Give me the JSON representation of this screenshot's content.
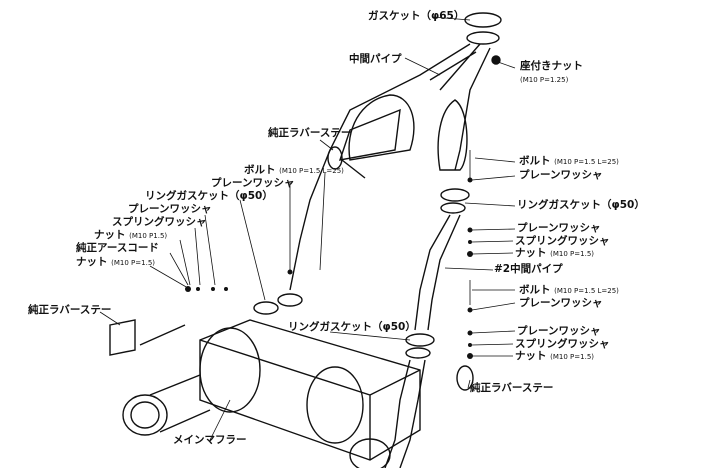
{
  "labels": {
    "gasket65": "ガスケット（φ65）",
    "seat_nut": "座付きナット",
    "seat_nut_spec": "(M10 P=1.25)",
    "mid_pipe": "中間パイプ",
    "rubber_stay_top": "純正ラバーステー",
    "bolt_l": "ボルト",
    "bolt_l_spec": "(M10 P=1.5 L=25)",
    "plain_washer_l1": "プレーンワッシャ",
    "ring_gasket_l1": "リングガスケット（φ50）",
    "plain_washer_l2": "プレーンワッシャ",
    "spring_washer_l": "スプリングワッシャ",
    "nut_l1": "ナット",
    "nut_l1_spec": "(M10 P1.5)",
    "earth_cord": "純正アースコード",
    "nut_l2": "ナット",
    "nut_l2_spec": "(M10 P=1.5)",
    "rubber_stay_left": "純正ラバーステー",
    "ring_gasket_l2": "リングガスケット（φ50）",
    "main_muffler": "メインマフラー",
    "bolt_r1": "ボルト",
    "bolt_r1_spec": "(M10 P=1.5 L=25)",
    "plain_washer_r1": "プレーンワッシャ",
    "ring_gasket_r": "リングガスケット（φ50）",
    "plain_washer_r2": "プレーンワッシャ",
    "spring_washer_r1": "スプリングワッシャ",
    "nut_r1": "ナット",
    "nut_r1_spec": "(M10 P=1.5)",
    "mid_pipe2": "#2中間パイプ",
    "bolt_r2": "ボルト",
    "bolt_r2_spec": "(M10 P=1.5 L=25)",
    "plain_washer_r3": "プレーンワッシャ",
    "plain_washer_r4": "プレーンワッシャ",
    "spring_washer_r2": "スプリングワッシャ",
    "nut_r2": "ナット",
    "nut_r2_spec": "(M10 P=1.5)",
    "rubber_stay_right": "純正ラバーステー"
  }
}
